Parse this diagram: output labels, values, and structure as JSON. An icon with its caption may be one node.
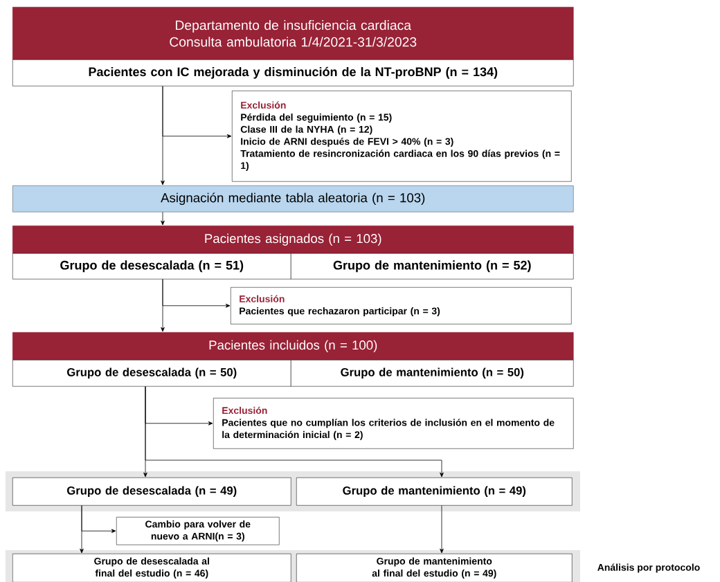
{
  "diagram": {
    "nodes": [
      {
        "text": [
          "Departamento de insuficiencia cardiaca",
          "Consulta ambulatoria 1/4/2021-31/3/2023"
        ]
      },
      {
        "text": [
          "Pacientes con IC mejorada y disminución de la NT-proBNP (n = 134)"
        ]
      },
      {
        "text": [
          "Exclusión",
          "Pérdida del seguimiento (n = 15)",
          "Clase III de la NYHA (n = 12)",
          "Inicio de ARNI después de FEVI > 40% (n = 3)",
          "Tratamiento de resincronización cardiaca en los 90 días previos (n = 1)"
        ]
      },
      {
        "text": [
          "Asignación mediante tabla aleatoria (n = 103)"
        ]
      },
      {
        "text": [
          "Pacientes asignados (n = 103)"
        ]
      },
      {
        "text": [
          "Grupo de desescalada (n = 51)"
        ]
      },
      {
        "text": [
          "Grupo de mantenimiento (n = 52)"
        ]
      },
      {
        "text": [
          "Exclusión",
          "Pacientes que rechazaron participar (n = 3)"
        ]
      },
      {
        "text": [
          "Pacientes incluidos (n = 100)"
        ]
      },
      {
        "text": [
          "Grupo de desescalada (n = 50)"
        ]
      },
      {
        "text": [
          "Grupo de mantenimiento (n = 50)"
        ]
      },
      {
        "text": [
          "Exclusión",
          "Pacientes que no cumplían los criterios de inclusión en el momento de la determinación inicial (n = 2)"
        ]
      },
      {
        "text": [
          "Grupo de desescalada (n = 49)"
        ]
      },
      {
        "text": [
          "Grupo de mantenimiento (n = 49)"
        ]
      },
      {
        "text": [
          "Cambio para volver de nuevo a ARNI(n = 3)"
        ]
      },
      {
        "text": [
          "Grupo de desescalada al final del estudio (n = 46)"
        ]
      },
      {
        "text": [
          "Grupo de mantenimiento al final del estudio (n = 49)"
        ]
      }
    ],
    "edges": [
      {
        "from": 1,
        "to": 3,
        "arrow": "to"
      },
      {
        "from": 1,
        "to": 2,
        "arrow": "to"
      },
      {
        "from": 3,
        "to": 4,
        "arrow": "to"
      },
      {
        "from": 5,
        "to": 8,
        "arrow": "to"
      },
      {
        "from": 5,
        "to": 7,
        "arrow": "to"
      },
      {
        "from": 9,
        "to": 12,
        "arrow": "to"
      },
      {
        "from": 9,
        "to": 13,
        "arrow": "to"
      },
      {
        "from": 9,
        "to": 11,
        "arrow": "to"
      },
      {
        "from": 12,
        "to": 15,
        "arrow": "to"
      },
      {
        "from": 12,
        "to": 14,
        "arrow": "to"
      },
      {
        "from": 13,
        "to": 16,
        "arrow": "to"
      }
    ],
    "labels": [
      "Análisis por protocolo"
    ]
  }
}
